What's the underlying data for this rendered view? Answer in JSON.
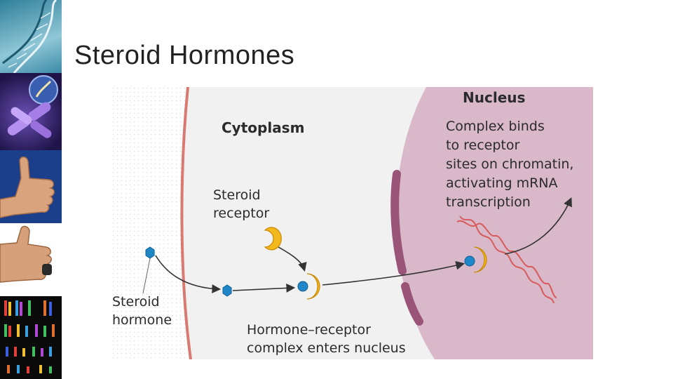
{
  "slide": {
    "title": "Steroid Hormones"
  },
  "diagram": {
    "nucleus_label": "Nucleus",
    "cytoplasm_label": "Cytoplasm",
    "steroid_receptor_label": [
      "Steroid",
      "receptor"
    ],
    "steroid_hormone_label": [
      "Steroid",
      "hormone"
    ],
    "complex_label": [
      "Hormone–receptor",
      "complex enters nucleus"
    ],
    "nucleus_action_label": [
      "Complex binds",
      "to receptor",
      "sites on chromatin,",
      "activating mRNA",
      "transcription"
    ],
    "colors": {
      "nucleus_fill": "#d8b8c9",
      "membrane": "#d97a72",
      "receptor": "#f2b81e",
      "hormone": "#1f86c8",
      "pore": "#9a5478",
      "dna": "#d85a5a"
    }
  },
  "sidebar": {
    "images": [
      "dna-helix-image",
      "chromosome-image",
      "thumbs-up-image",
      "thumbs-down-image",
      "karyotype-image"
    ]
  }
}
